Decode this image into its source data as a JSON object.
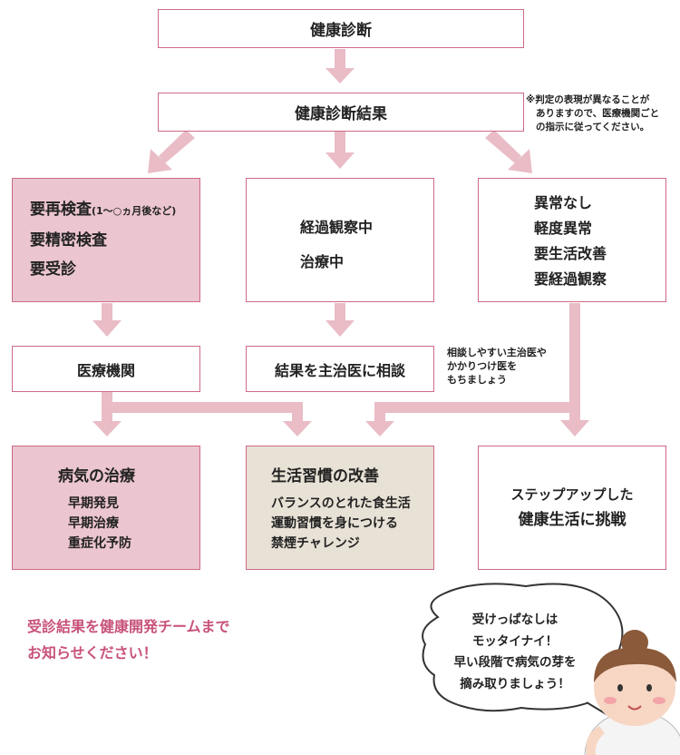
{
  "top_box": "健康診断",
  "result_box": "健康診断結果",
  "result_note": [
    "※判定の表現が異なることが",
    "ありますので、医療機関ごと",
    "の指示に従ってください。"
  ],
  "left_status": {
    "line1_main": "要再検査",
    "line1_sub": "(1〜○ヵ月後など)",
    "line2": "要精密検査",
    "line3": "要受診"
  },
  "middle_status": [
    "経過観察中",
    "治療中"
  ],
  "right_status": [
    "異常なし",
    "軽度異常",
    "要生活改善",
    "要経過観察"
  ],
  "medical_box": "医療機関",
  "consult_box": "結果を主治医に相談",
  "consult_note": [
    "相談しやすい主治医や",
    "かかりつけ医を",
    "もちましょう"
  ],
  "treatment": {
    "title": "病気の治療",
    "items": [
      "早期発見",
      "早期治療",
      "重症化予防"
    ]
  },
  "lifestyle": {
    "title": "生活習慣の改善",
    "items": [
      "バランスのとれた食生活",
      "運動習慣を身につける",
      "禁煙チャレンジ"
    ]
  },
  "stepup": {
    "line1": "ステップアップした",
    "line2": "健康生活に挑戦"
  },
  "bottom_message": [
    "受診結果を健康開発チームまで",
    "お知らせください！"
  ],
  "speech": [
    "受けっぱなしは",
    "モッタイナイ！",
    "早い段階で病気の芽を",
    "摘み取りましょう！"
  ],
  "colors": {
    "border": "#cf6a86",
    "pink_fill": "#ebc5cf",
    "beige_fill": "#e8e1d5",
    "arrow": "#e9bcc6",
    "message_text": "#c8527a"
  }
}
